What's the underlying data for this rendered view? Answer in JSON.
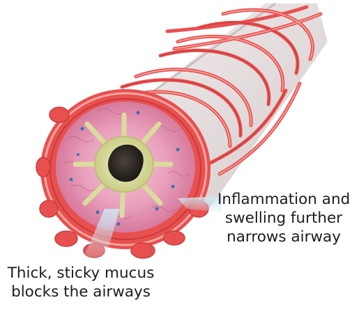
{
  "callouts": {
    "inflammation": {
      "lines": [
        "Inflammation and",
        "swelling further",
        "narrows airway"
      ]
    },
    "mucus": {
      "lines": [
        "Thick, sticky mucus",
        "blocks the airways"
      ]
    }
  },
  "colors": {
    "muscle_band": "#e8504f",
    "muscle_highlight": "#f7a6a0",
    "airway_tube": "#e6dede",
    "wall_tissue": "#e9a0bd",
    "mucus_layer": "#d9dc9c",
    "lumen": "#2c2622",
    "pointer_beam": "#cfe4ef"
  }
}
